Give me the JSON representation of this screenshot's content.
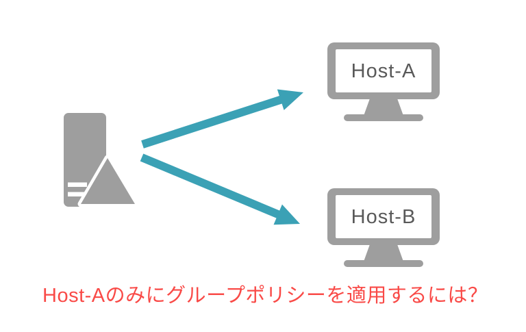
{
  "colors": {
    "background": "#ffffff",
    "icon_gray": "#9e9e9e",
    "arrow_teal": "#3ba1b5",
    "caption_red": "#f94a47",
    "host_label_gray": "#595959",
    "screen_white": "#ffffff"
  },
  "server": {
    "icon": "server-tower-icon"
  },
  "hosts": [
    {
      "label": "Host-A"
    },
    {
      "label": "Host-B"
    }
  ],
  "caption": {
    "text": "Host-Aのみにグループポリシーを適用するには？"
  }
}
